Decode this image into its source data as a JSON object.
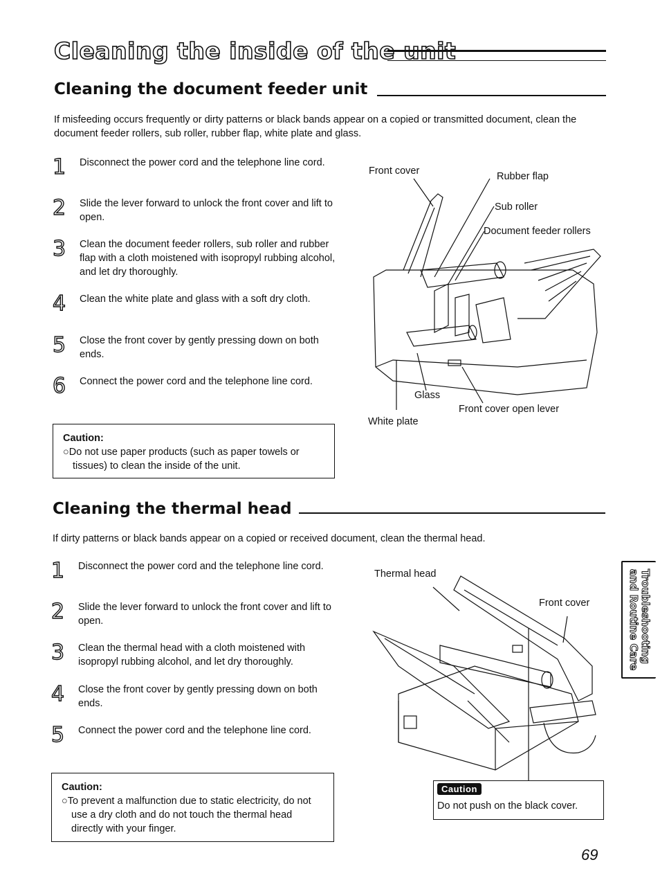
{
  "page_title": "Cleaning the inside of the unit",
  "section1": {
    "heading": "Cleaning the document feeder unit",
    "intro": "If misfeeding occurs frequently or dirty patterns or black bands appear on a copied or transmitted document, clean the document feeder rollers, sub roller, rubber flap, white plate and glass.",
    "steps": [
      {
        "num": "1",
        "text": "Disconnect the power cord and the telephone line cord."
      },
      {
        "num": "2",
        "text": "Slide the lever forward to unlock the front cover and lift to open."
      },
      {
        "num": "3",
        "text": "Clean the document feeder rollers, sub roller and rubber flap with a cloth moistened with isopropyl rubbing alcohol, and let dry thoroughly."
      },
      {
        "num": "4",
        "text": "Clean the white plate and glass with a soft dry cloth."
      },
      {
        "num": "5",
        "text": "Close the front cover by gently pressing down on both ends."
      },
      {
        "num": "6",
        "text": "Connect the power cord and the telephone line cord."
      }
    ],
    "caution": {
      "title": "Caution:",
      "body": "○Do not use paper products (such as paper towels or tissues) to clean the inside of the unit."
    },
    "figure_labels": {
      "front_cover": "Front cover",
      "rubber_flap": "Rubber flap",
      "sub_roller": "Sub roller",
      "feeder_rollers": "Document feeder rollers",
      "glass": "Glass",
      "open_lever": "Front cover open lever",
      "white_plate": "White plate"
    }
  },
  "section2": {
    "heading": "Cleaning the thermal head",
    "intro": "If dirty patterns or black bands appear on a copied or received document, clean the thermal head.",
    "steps": [
      {
        "num": "1",
        "text": "Disconnect the power cord and the telephone line cord."
      },
      {
        "num": "2",
        "text": "Slide the lever forward to unlock the front cover and lift to open."
      },
      {
        "num": "3",
        "text": "Clean the thermal head with a cloth moistened with isopropyl rubbing alcohol, and let dry thoroughly."
      },
      {
        "num": "4",
        "text": "Close the front cover by gently pressing down on both ends."
      },
      {
        "num": "5",
        "text": "Connect the power cord and the telephone line cord."
      }
    ],
    "caution": {
      "title": "Caution:",
      "body": "○To prevent a malfunction due to static electricity, do not use a dry cloth and do not touch the thermal head directly with your finger."
    },
    "figure_labels": {
      "thermal_head": "Thermal head",
      "front_cover": "Front cover"
    },
    "figure_caution": {
      "badge": "Caution",
      "text": "Do not push on the black cover."
    }
  },
  "side_tab": {
    "line1": "Troubleshooting",
    "line2": "and Routine Care"
  },
  "page_number": "69"
}
